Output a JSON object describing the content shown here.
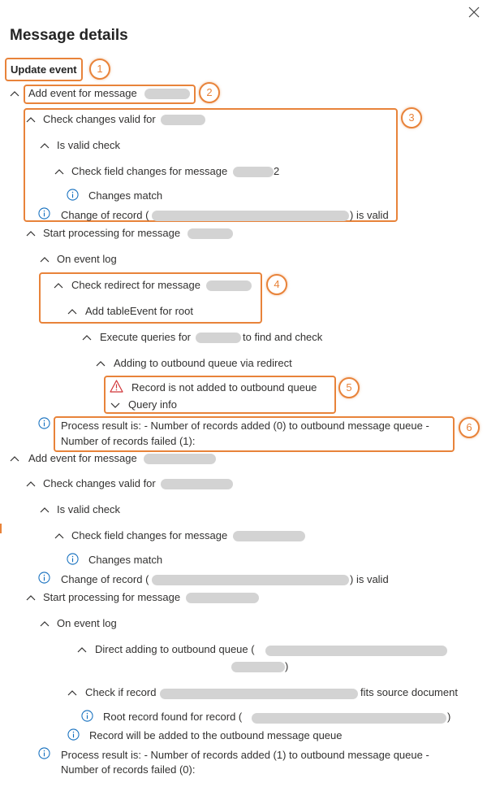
{
  "header": {
    "title": "Message details",
    "close_icon": "close-icon"
  },
  "badges": [
    "1",
    "2",
    "3",
    "4",
    "5",
    "6"
  ],
  "event_title": "Update event",
  "event1": {
    "add_event": "Add event for message",
    "check_changes": "Check changes valid for",
    "is_valid": "Is valid check",
    "check_field": "Check field changes for message",
    "check_field_suffix": "2",
    "changes_match": "Changes match",
    "change_record": "Change of record (",
    "change_record_suffix": ") is valid",
    "start_processing": "Start processing for message",
    "on_event_log": "On event log",
    "check_redirect": "Check redirect for message",
    "add_table_event": "Add tableEvent for root",
    "execute_queries": "Execute queries for",
    "execute_queries_suffix": "to find and check",
    "adding_redirect": "Adding to outbound queue via redirect",
    "warning": "Record is not added to outbound queue",
    "query_info": "Query info",
    "result_line1": "Process result is: - Number of records added (0) to outbound message queue -",
    "result_line2": "Number of records failed (1):"
  },
  "event2": {
    "add_event": "Add event for message",
    "check_changes": "Check changes valid for",
    "is_valid": "Is valid check",
    "check_field": "Check field changes for message",
    "changes_match": "Changes match",
    "change_record": "Change of record (",
    "change_record_suffix": ") is valid",
    "start_processing": "Start processing for message",
    "on_event_log": "On event log",
    "direct_adding": "Direct adding to outbound queue (",
    "direct_adding_suffix": ")",
    "check_if_record": "Check if record",
    "check_if_record_suffix": "fits source document",
    "root_found": "Root record found for record (",
    "root_found_suffix": ")",
    "will_be_added": "Record will be added to the outbound message queue",
    "result_line1": "Process result is: - Number of records added (1) to outbound message queue -",
    "result_line2": "Number of records failed (0):"
  },
  "colors": {
    "annotation": "#e8833a",
    "info": "#0f6cbd",
    "warning": "#d13438"
  }
}
